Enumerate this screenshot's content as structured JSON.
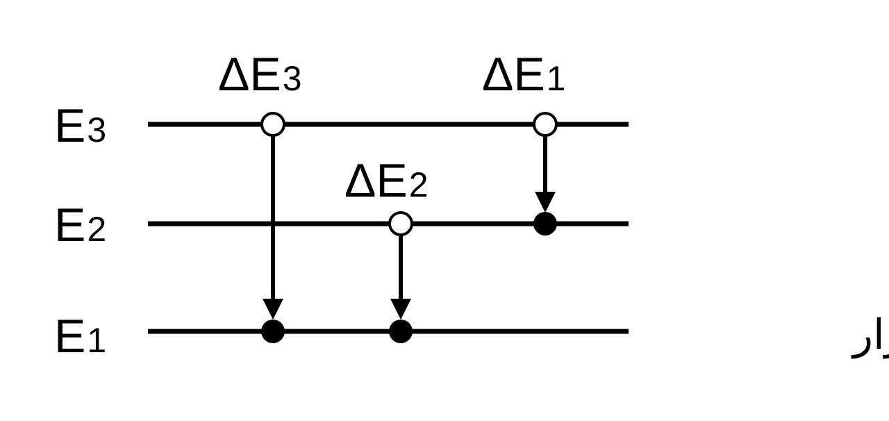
{
  "levels": [
    {
      "id": "E3",
      "label": "E",
      "sub": "3"
    },
    {
      "id": "E2",
      "label": "E",
      "sub": "2"
    },
    {
      "id": "E1",
      "label": "E",
      "sub": "1",
      "note": "الاستقرار"
    }
  ],
  "transitions": [
    {
      "name": "delta-e3",
      "label": "ΔE",
      "sub": "3",
      "from": "E3",
      "to": "E1"
    },
    {
      "name": "delta-e2",
      "label": "ΔE",
      "sub": "2",
      "from": "E2",
      "to": "E1"
    },
    {
      "name": "delta-e1",
      "label": "ΔE",
      "sub": "1",
      "from": "E3",
      "to": "E2"
    }
  ],
  "colors": {
    "ink": "#000000",
    "background": "#ffffff"
  }
}
